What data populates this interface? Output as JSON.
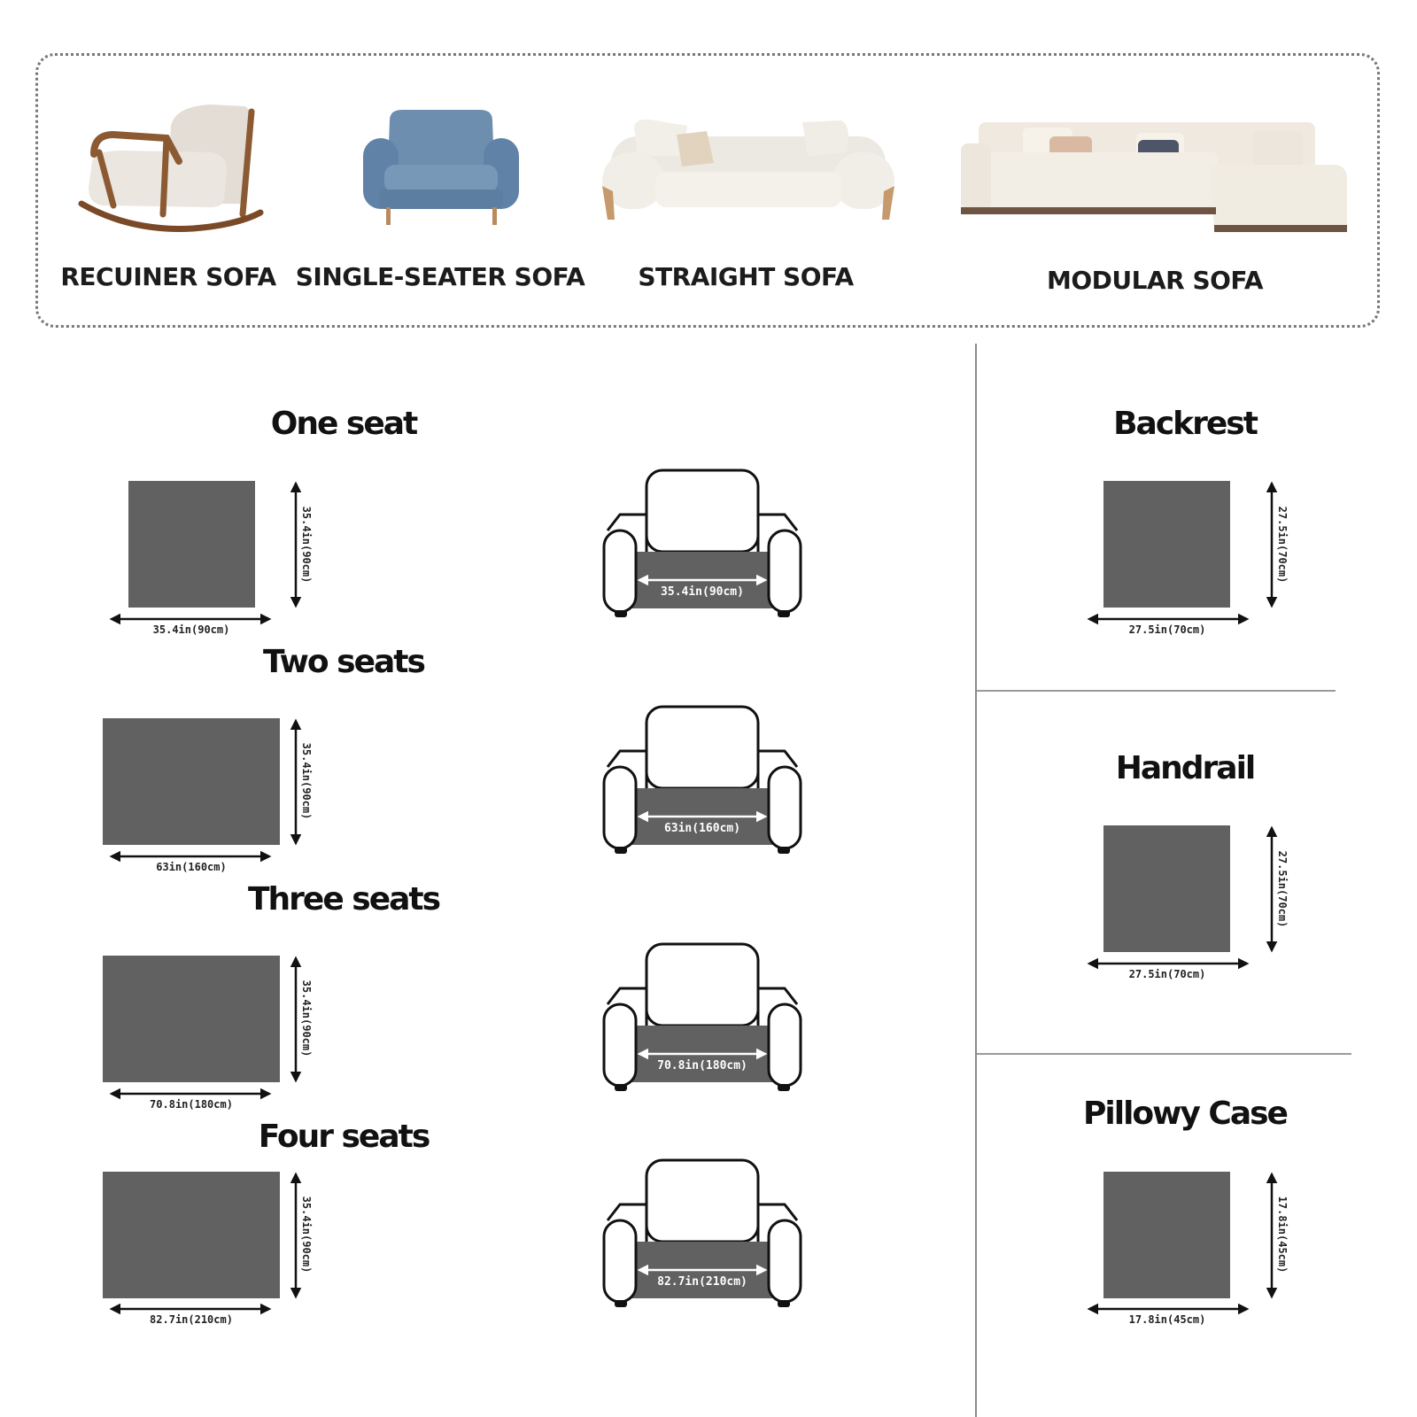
{
  "sofa_types": [
    {
      "label": "RECUINER SOFA",
      "icon": "rocking-chair-icon"
    },
    {
      "label": "SINGLE-SEATER SOFA",
      "icon": "armchair-icon"
    },
    {
      "label": "STRAIGHT SOFA",
      "icon": "straight-sofa-icon"
    },
    {
      "label": "MODULAR SOFA",
      "icon": "modular-sofa-icon"
    }
  ],
  "seat_sections": [
    {
      "title": "One seat",
      "width_label": "35.4in(90cm)",
      "height_label": "35.4in(90cm)",
      "chair_label": "35.4in(90cm)"
    },
    {
      "title": "Two seats",
      "width_label": "63in(160cm)",
      "height_label": "35.4in(90cm)",
      "chair_label": "63in(160cm)"
    },
    {
      "title": "Three seats",
      "width_label": "70.8in(180cm)",
      "height_label": "35.4in(90cm)",
      "chair_label": "70.8in(180cm)"
    },
    {
      "title": "Four seats",
      "width_label": "82.7in(210cm)",
      "height_label": "35.4in(90cm)",
      "chair_label": "82.7in(210cm)"
    }
  ],
  "accessory_sections": [
    {
      "title": "Backrest",
      "width_label": "27.5in(70cm)",
      "height_label": "27.5in(70cm)"
    },
    {
      "title": "Handrail",
      "width_label": "27.5in(70cm)",
      "height_label": "27.5in(70cm)"
    },
    {
      "title": "Pillowy Case",
      "width_label": "17.8in(45cm)",
      "height_label": "17.8in(45cm)"
    }
  ],
  "colors": {
    "swatch": "#616161",
    "outline": "#111111",
    "divider": "#8a8a8a",
    "frame": "#777777"
  }
}
